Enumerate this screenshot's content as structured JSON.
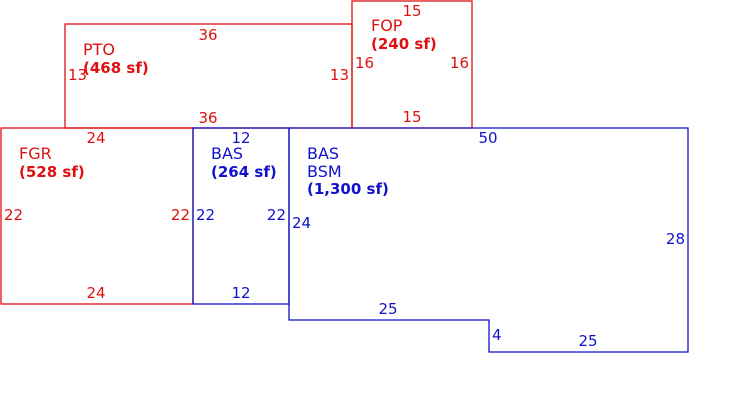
{
  "colors": {
    "red": "#dd1111",
    "blue": "#1111cc",
    "background": "#ffffff"
  },
  "areas": {
    "pto": {
      "name": "PTO",
      "size": "(468 sf)"
    },
    "fop": {
      "name": "FOP",
      "size": "(240 sf)"
    },
    "fgr": {
      "name": "FGR",
      "size": "(528 sf)"
    },
    "bas_small": {
      "name": "BAS",
      "size": "(264 sf)"
    },
    "bas_main": {
      "name": "BAS",
      "name2": "BSM",
      "size": "(1,300 sf)"
    }
  },
  "dimensions": {
    "pto_top": "36",
    "pto_bottom": "36",
    "pto_left": "13",
    "pto_right": "13",
    "fop_top": "15",
    "fop_bottom": "15",
    "fop_left": "16",
    "fop_right": "16",
    "fgr_top": "24",
    "fgr_bottom": "24",
    "fgr_left": "22",
    "fgr_right": "22",
    "bas_small_top": "12",
    "bas_small_bottom": "12",
    "bas_small_left": "22",
    "bas_small_right": "22",
    "bas_main_top": "50",
    "bas_main_left": "24",
    "bas_main_right": "28",
    "bas_main_bottom_left": "25",
    "bas_main_step": "4",
    "bas_main_bottom_right": "25"
  }
}
